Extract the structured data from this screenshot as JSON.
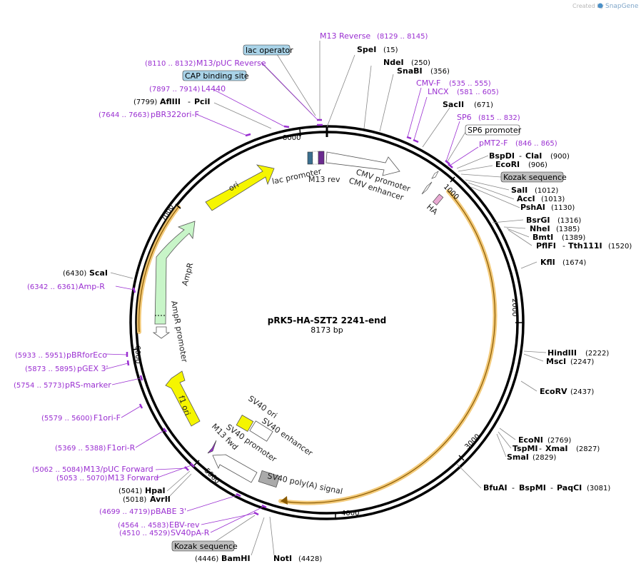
{
  "plasmid": {
    "name": "pRK5-HA-SZT2 2241-end",
    "size_label": "8173 bp"
  },
  "branding": {
    "created_by": "Created by",
    "app": "SnapGene"
  },
  "ticks": [
    "1000",
    "2000",
    "3000",
    "4000",
    "5000",
    "6000",
    "7000",
    "8000"
  ],
  "enzymes": [
    {
      "name": "SpeI",
      "pos": "(15)"
    },
    {
      "name": "NdeI",
      "pos": "(250)"
    },
    {
      "name": "SnaBI",
      "pos": "(356)"
    },
    {
      "name": "SacII",
      "pos": "(671)"
    },
    {
      "name": "BspDI",
      "name2": "ClaI",
      "pos": "(900)"
    },
    {
      "name": "EcoRI",
      "pos": "(906)"
    },
    {
      "name": "SalI",
      "pos": "(1012)"
    },
    {
      "name": "AccI",
      "pos": "(1013)"
    },
    {
      "name": "PshAI",
      "pos": "(1130)"
    },
    {
      "name": "BsrGI",
      "pos": "(1316)"
    },
    {
      "name": "NheI",
      "pos": "(1385)"
    },
    {
      "name": "BmtI",
      "pos": "(1389)"
    },
    {
      "name": "PflFI",
      "name2": "Tth111I",
      "pos": "(1520)"
    },
    {
      "name": "KflI",
      "pos": "(1674)"
    },
    {
      "name": "HindIII",
      "pos": "(2222)"
    },
    {
      "name": "MscI",
      "pos": "(2247)"
    },
    {
      "name": "EcoRV",
      "pos": "(2437)"
    },
    {
      "name": "EcoNI",
      "pos": "(2769)"
    },
    {
      "name": "TspMI",
      "name2": "XmaI",
      "pos": "(2827)"
    },
    {
      "name": "SmaI",
      "pos": "(2829)"
    },
    {
      "name": "BfuAI",
      "name2": "BspMI",
      "name3": "PaqCI",
      "pos": "(3081)"
    },
    {
      "name": "NotI",
      "pos": "(4428)"
    },
    {
      "name": "BamHI",
      "pos": "(4446)"
    },
    {
      "name": "AvrII",
      "pos": "(5018)"
    },
    {
      "name": "HpaI",
      "pos": "(5041)"
    },
    {
      "name": "ScaI",
      "pos": "(6430)"
    },
    {
      "name": "AflIII",
      "name2": "PciI",
      "pos": "(7799)"
    }
  ],
  "primers": [
    {
      "name": "M13 Reverse",
      "range": "(8129 .. 8145)"
    },
    {
      "name": "M13/pUC Reverse",
      "range": "(8110 .. 8132)"
    },
    {
      "name": "L4440",
      "range": "(7897 .. 7914)"
    },
    {
      "name": "pBR322ori-F",
      "range": "(7644 .. 7663)"
    },
    {
      "name": "CMV-F",
      "range": "(535 .. 555)"
    },
    {
      "name": "LNCX",
      "range": "(581 .. 605)"
    },
    {
      "name": "SP6",
      "range": "(815 .. 832)"
    },
    {
      "name": "pMT2-F",
      "range": "(846 .. 865)"
    },
    {
      "name": "Amp-R",
      "range": "(6342 .. 6361)"
    },
    {
      "name": "pBRforEco",
      "range": "(5933 .. 5951)"
    },
    {
      "name": "pGEX 3'",
      "range": "(5873 .. 5895)"
    },
    {
      "name": "pRS-marker",
      "range": "(5754 .. 5773)"
    },
    {
      "name": "F1ori-F",
      "range": "(5579 .. 5600)"
    },
    {
      "name": "F1ori-R",
      "range": "(5369 .. 5388)"
    },
    {
      "name": "M13/pUC Forward",
      "range": "(5062 .. 5084)"
    },
    {
      "name": "M13 Forward",
      "range": "(5053 .. 5070)"
    },
    {
      "name": "pBABE 3'",
      "range": "(4699 .. 4719)"
    },
    {
      "name": "EBV-rev",
      "range": "(4564 .. 4583)"
    },
    {
      "name": "SV40pA-R",
      "range": "(4510 .. 4529)"
    }
  ],
  "boxed_labels": [
    {
      "name": "lac operator",
      "color": "#a9d3e8"
    },
    {
      "name": "CAP binding site",
      "color": "#a9d3e8"
    },
    {
      "name": "SP6 promoter",
      "color": "#ffffff"
    },
    {
      "name": "Kozak sequence",
      "color": "#bdbdbd"
    },
    {
      "name": "Kozak sequence",
      "color": "#bdbdbd"
    }
  ],
  "features": [
    {
      "name": "lac promoter"
    },
    {
      "name": "M13 rev"
    },
    {
      "name": "CMV promoter"
    },
    {
      "name": "CMV enhancer"
    },
    {
      "name": "HA"
    },
    {
      "name": "ori"
    },
    {
      "name": "AmpR"
    },
    {
      "name": "AmpR promoter"
    },
    {
      "name": "f1 ori"
    },
    {
      "name": "SV40 ori"
    },
    {
      "name": "SV40 enhancer"
    },
    {
      "name": "SV40 promoter"
    },
    {
      "name": "M13 fwd"
    },
    {
      "name": "SV40 poly(A) signal"
    }
  ],
  "colors": {
    "backbone": "#000000",
    "primer": "#9a2fd1",
    "orf_highlight": "#f2c46b",
    "ori": "#f5f500",
    "ampr": "#c8f5c8",
    "f1ori": "#f5f500",
    "sv40ori": "#f5f500",
    "feature_white": "#ffffff"
  }
}
